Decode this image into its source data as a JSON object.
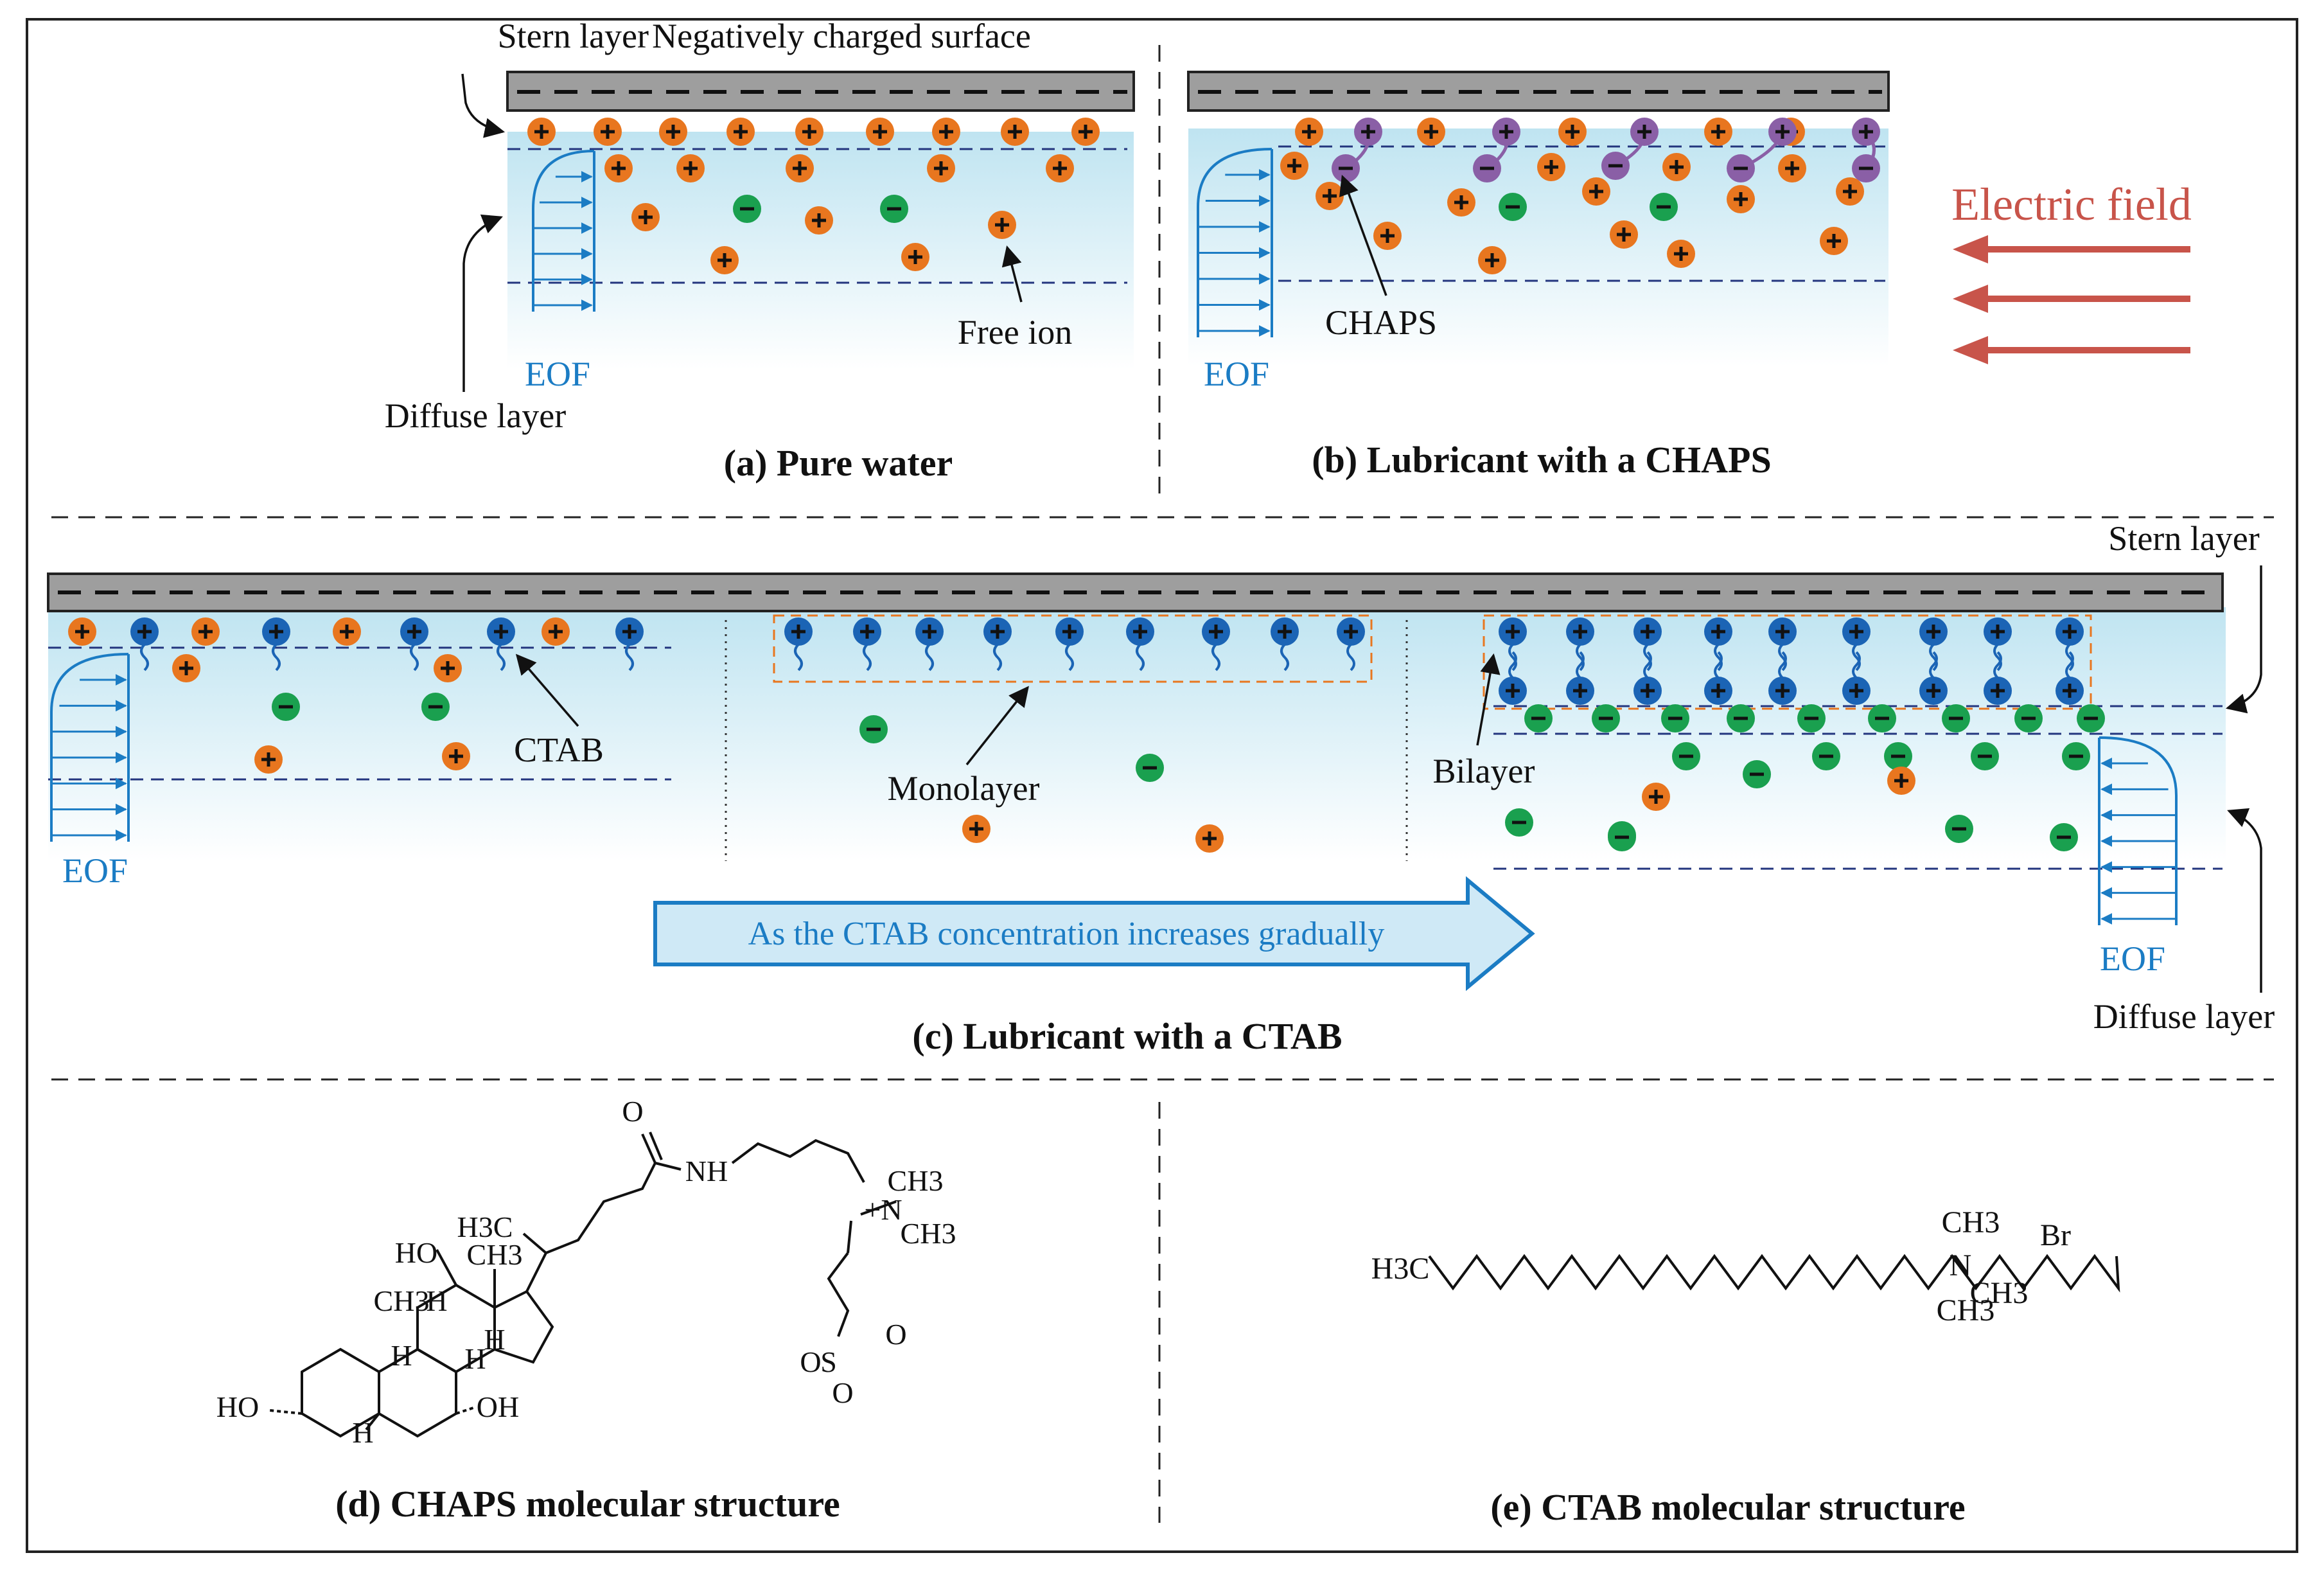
{
  "panel_a": {
    "caption": "(a) Pure water",
    "stern_label": "Stern layer",
    "surface_label": "Negatively charged surface",
    "diffuse_label": "Diffuse layer",
    "eof_label": "EOF",
    "free_ion_label": "Free ion"
  },
  "panel_b": {
    "caption": "(b) Lubricant with a CHAPS",
    "chaps_label": "CHAPS",
    "eof_label": "EOF",
    "electric_field_label": "Electric field"
  },
  "panel_c": {
    "caption": "(c) Lubricant with a CTAB",
    "ctab_label": "CTAB",
    "monolayer_label": "Monolayer",
    "bilayer_label": "Bilayer",
    "stern_label": "Stern layer",
    "diffuse_label": "Diffuse layer",
    "eof_left_label": "EOF",
    "eof_right_label": "EOF",
    "arrow_text": "As the CTAB concentration increases gradually"
  },
  "panel_d": {
    "caption": "(d) CHAPS molecular structure",
    "labels": {
      "o": "O",
      "nh": "NH",
      "h3c": "H3C",
      "ch3": "CH3",
      "n_plus": "+N",
      "ho": "HO",
      "oh": "OH",
      "h": "H",
      "s": "S",
      "o_minus": "O"
    }
  },
  "panel_e": {
    "caption": "(e) CTAB molecular structure",
    "labels": {
      "h3c": "H3C",
      "n": "N",
      "ch3": "CH3",
      "br": "Br"
    }
  },
  "colors": {
    "cation": "#e8761f",
    "anion": "#1aa04f",
    "chaps": "#8a5fa6",
    "ctab": "#1b64b5",
    "eof": "#1b7cc4",
    "field": "#c8544a",
    "surface": "#9e9e9e"
  }
}
